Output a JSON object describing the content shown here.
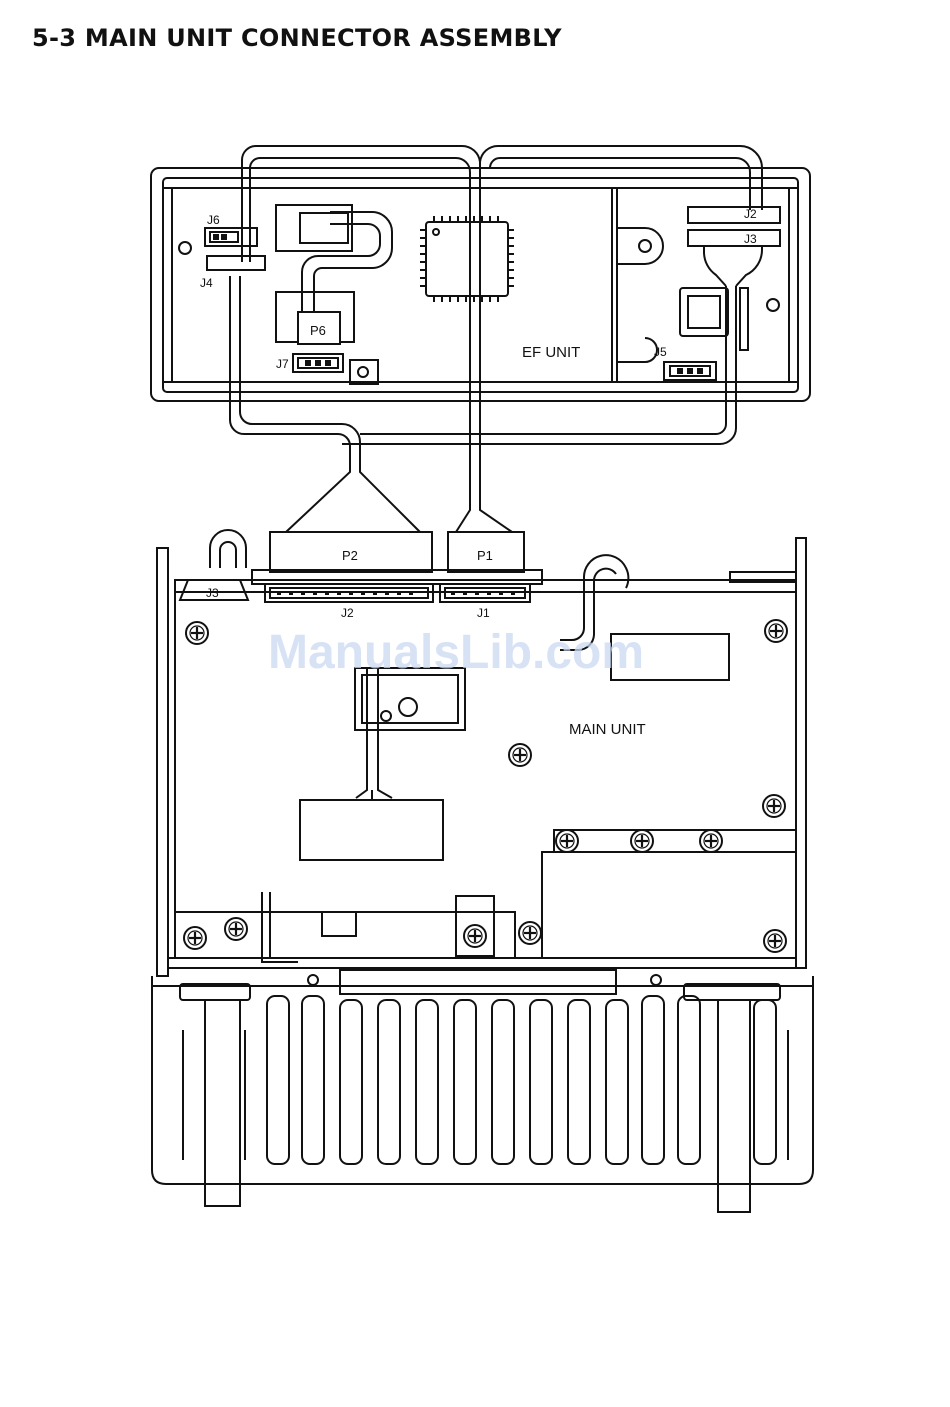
{
  "page": {
    "title": "5-3  MAIN UNIT CONNECTOR ASSEMBLY"
  },
  "diagram": {
    "ef_unit": {
      "name": "EF UNIT",
      "connectors": {
        "j2": "J2",
        "j3": "J3",
        "j4": "J4",
        "j5": "J5",
        "j6": "J6",
        "j7": "J7",
        "p6": "P6"
      }
    },
    "main_unit": {
      "name": "MAIN UNIT",
      "connectors": {
        "p1": "P1",
        "p2": "P2",
        "j1": "J1",
        "j2": "J2",
        "j3": "J3"
      }
    },
    "watermark": "ManualsLib.com",
    "colors": {
      "line": "#111111",
      "watermark": "#c9d8f2",
      "paper": "#ffffff"
    }
  }
}
